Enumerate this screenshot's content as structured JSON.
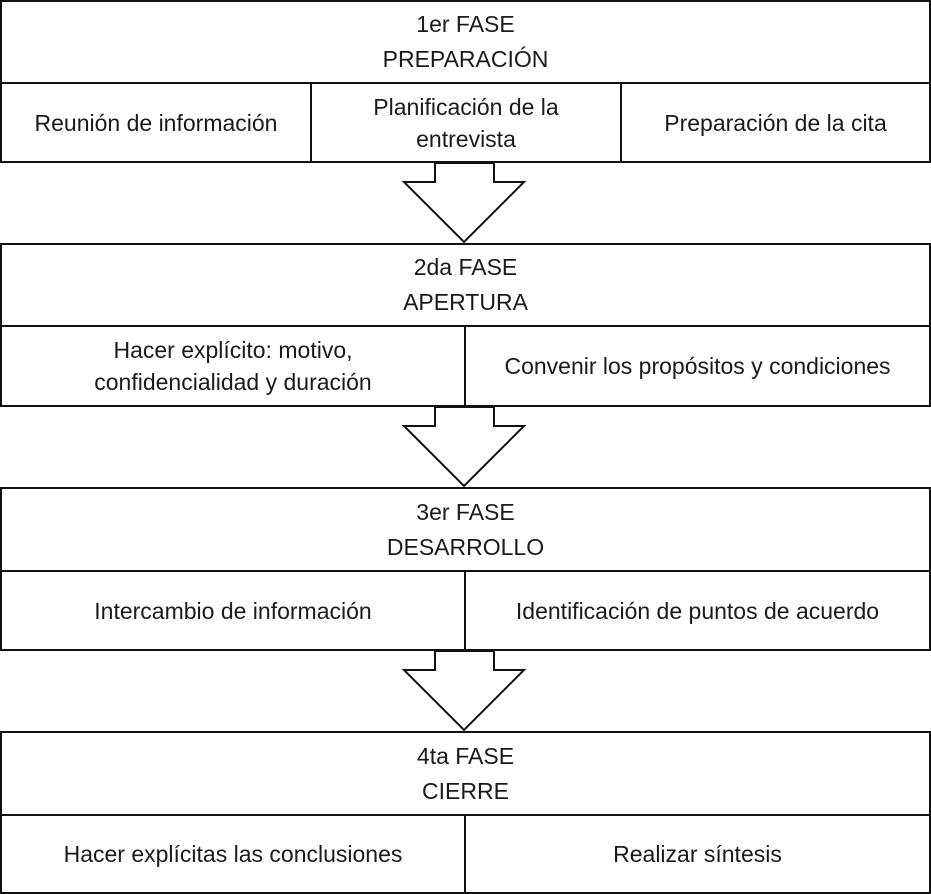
{
  "phases": [
    {
      "fase": "1er FASE",
      "name": "PREPARACIÓN",
      "items": [
        "Reunión de información",
        "Planificación de la\nentrevista",
        "Preparación de la cita"
      ]
    },
    {
      "fase": "2da FASE",
      "name": "APERTURA",
      "items": [
        "Hacer explícito: motivo,\nconfidencialidad y duración",
        "Convenir los propósitos y condiciones"
      ]
    },
    {
      "fase": "3er FASE",
      "name": "DESARROLLO",
      "items": [
        "Intercambio de información",
        "Identificación de puntos de acuerdo"
      ]
    },
    {
      "fase": "4ta FASE",
      "name": "CIERRE",
      "items": [
        "Hacer explícitas las conclusiones",
        "Realizar síntesis"
      ]
    }
  ]
}
